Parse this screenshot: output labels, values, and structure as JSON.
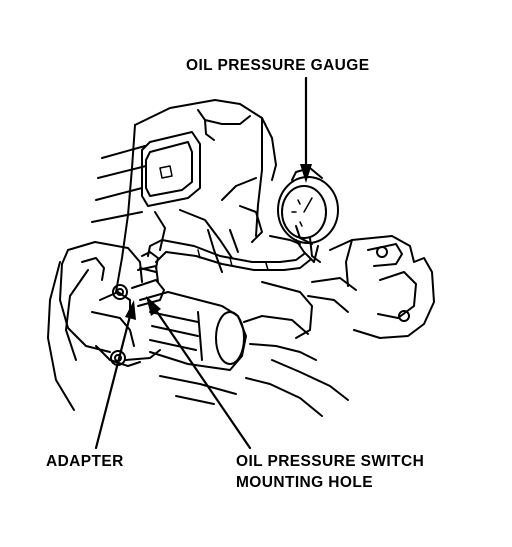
{
  "labels": {
    "gauge": "OIL PRESSURE GAUGE",
    "adapter": "ADAPTER",
    "switch_line1": "OIL PRESSURE SWITCH",
    "switch_line2": "MOUNTING HOLE"
  },
  "colors": {
    "ink": "#000000",
    "paper": "#ffffff"
  }
}
